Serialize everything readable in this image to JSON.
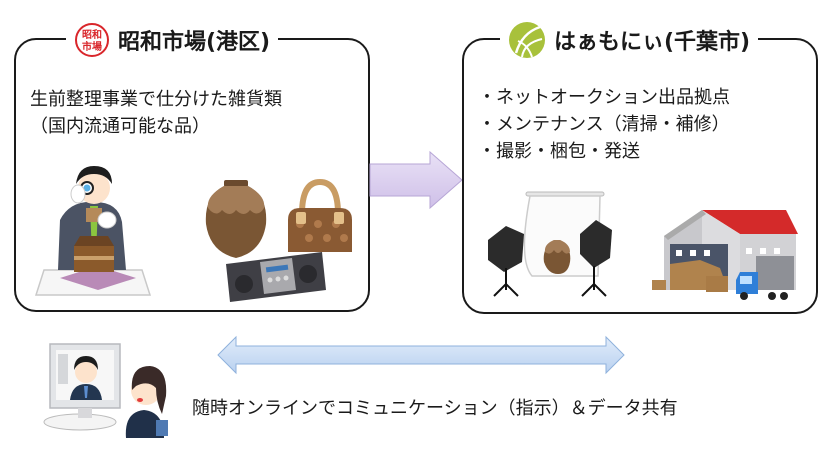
{
  "left_panel": {
    "logo_icon": "hanko-seal-icon",
    "logo_text": [
      "昭和",
      "市場"
    ],
    "title": "昭和市場(港区)",
    "description_lines": [
      "生前整理事業で仕分けた雑貨類",
      "（国内流通可能な品）"
    ],
    "illustrations": [
      "appraiser-with-loupe-illustration",
      "jar-illustration",
      "handbag-illustration",
      "radio-cassette-illustration"
    ]
  },
  "right_panel": {
    "logo_icon": "leaf-circle-logo-icon",
    "title": "はぁもにぃ(千葉市)",
    "bullets": [
      "・ネットオークション出品拠点",
      "・メンテナンス（清掃・補修）",
      "・撮影・梱包・発送"
    ],
    "illustrations": [
      "photo-studio-illustration",
      "warehouse-truck-illustration"
    ]
  },
  "flow_arrow": {
    "direction": "right",
    "color": "#d9cdee"
  },
  "bottom": {
    "illustration": "video-call-illustration",
    "arrow_direction": "both",
    "arrow_color": "#c6dbf4",
    "caption": "随時オンラインでコミュニケーション（指示）＆データ共有"
  },
  "colors": {
    "seal_red": "#d9262b",
    "logo_green": "#a8c13b",
    "border": "#1a1a1a"
  }
}
